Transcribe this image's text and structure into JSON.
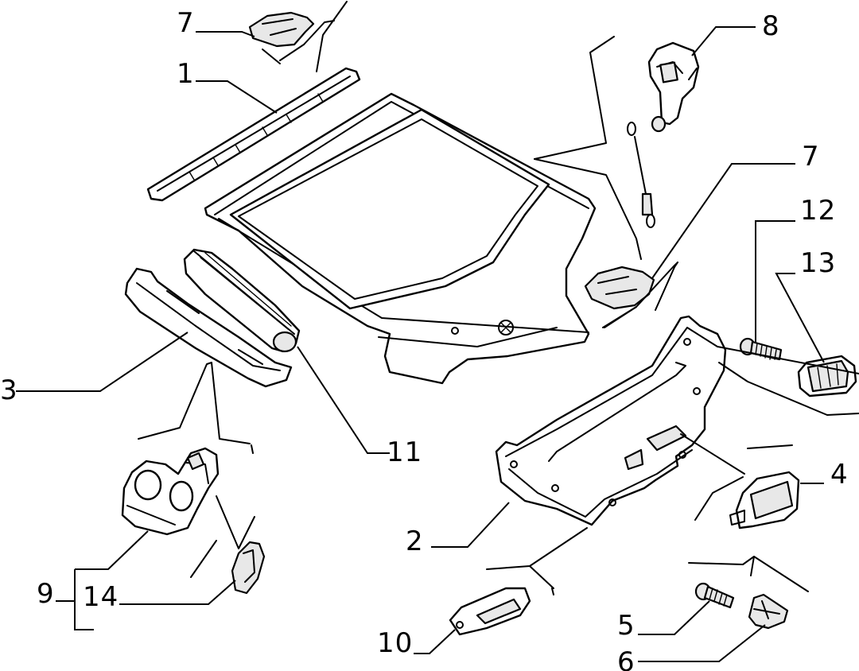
{
  "diagram": {
    "callouts": [
      {
        "id": "c7a",
        "label": "7"
      },
      {
        "id": "c1",
        "label": "1"
      },
      {
        "id": "c8",
        "label": "8"
      },
      {
        "id": "c7b",
        "label": "7"
      },
      {
        "id": "c12",
        "label": "12"
      },
      {
        "id": "c13",
        "label": "13"
      },
      {
        "id": "c3",
        "label": "3"
      },
      {
        "id": "c11",
        "label": "11"
      },
      {
        "id": "c4",
        "label": "4"
      },
      {
        "id": "c2",
        "label": "2"
      },
      {
        "id": "c9",
        "label": "9"
      },
      {
        "id": "c14",
        "label": "14"
      },
      {
        "id": "c5",
        "label": "5"
      },
      {
        "id": "c10",
        "label": "10"
      },
      {
        "id": "c6",
        "label": "6"
      }
    ]
  }
}
